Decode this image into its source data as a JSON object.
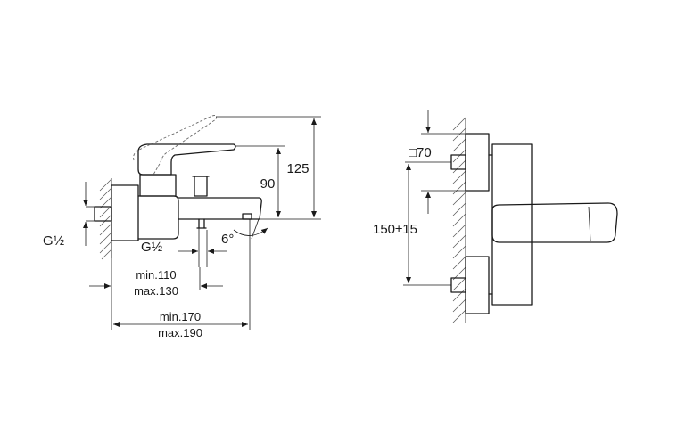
{
  "side_view": {
    "thread_left": "G½",
    "thread_bottom": "G½",
    "dim_spout_height": "90",
    "dim_lever_height": "125",
    "angle": "6°",
    "dim_projection_min": "min.110",
    "dim_projection_max": "max.130",
    "dim_overall_min": "min.170",
    "dim_overall_max": "max.190"
  },
  "front_view": {
    "rosette": "□70",
    "dim_centers": "150±15"
  }
}
